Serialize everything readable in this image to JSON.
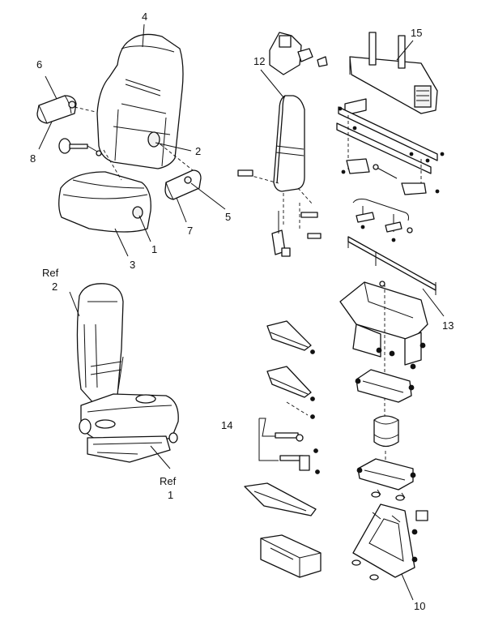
{
  "callouts": {
    "c1": "1",
    "c2": "2",
    "c3": "3",
    "c4": "4",
    "c5": "5",
    "c6": "6",
    "c7": "7",
    "c8": "8",
    "c10": "10",
    "c12": "12",
    "c13": "13",
    "c14": "14",
    "c15": "15",
    "ref_word": "Ref",
    "ref_back_num": "2",
    "ref_cushion_num": "1"
  }
}
